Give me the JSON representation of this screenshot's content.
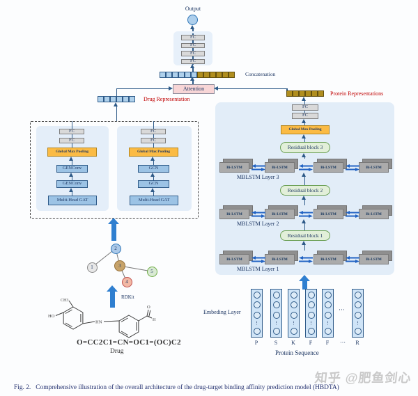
{
  "top": {
    "output_label": "Output",
    "fc": [
      "FC",
      "FC",
      "FC",
      "FC"
    ],
    "concat_label": "Concatenation",
    "attention_label": "Attention"
  },
  "labels": {
    "drug_rep": "Drug Representation",
    "protein_rep": "Protein Representations"
  },
  "drug_encoder": {
    "branches": [
      {
        "fc": [
          "FC",
          "FC"
        ],
        "pool": "Global Max Pooling",
        "conv": [
          "GENConv",
          "GENConv"
        ],
        "gat": "Multi-Head GAT"
      },
      {
        "fc": [
          "FC",
          "FC"
        ],
        "pool": "Global Max Pooling",
        "conv": [
          "GCN",
          "GCN"
        ],
        "gat": "Multi-Head GAT"
      }
    ]
  },
  "protein_encoder": {
    "fc": [
      "FC",
      "FC"
    ],
    "pool": "Global Max Pooling",
    "residual": [
      "Residual block 3",
      "Residual block 2",
      "Residual block 1"
    ],
    "mblstm": [
      {
        "label": "MBLSTM Layer 3",
        "cell": "Bi-LSTM"
      },
      {
        "label": "MBLSTM Layer 2",
        "cell": "Bi-LSTM"
      },
      {
        "label": "MBLSTM Layer 1",
        "cell": "Bi-LSTM"
      }
    ]
  },
  "graph": {
    "nodes": [
      "1",
      "2",
      "3",
      "4",
      "5"
    ]
  },
  "rdkit_label": "RDKit",
  "drug": {
    "smiles": "O=CC2C1=CN=OC1=(OC)C2",
    "label": "Drug",
    "atom_ho": "HO",
    "atom_ch3": "CH3",
    "atom_hn": "HN",
    "atom_o": "O",
    "atom_h": "H"
  },
  "embedding": {
    "label": "Embeding Layer",
    "col_dots": "⋮",
    "mid_dots": "···",
    "residues": [
      "P",
      "S",
      "K",
      "F",
      "F",
      "···",
      "R"
    ],
    "seq_label": "Protein Sequence"
  },
  "caption": "Fig. 2.   Comprehensive illustration of the overall architecture of the drug-target binding affinity prediction model (HBDTA)",
  "watermark": "知乎 @肥鱼剑心"
}
